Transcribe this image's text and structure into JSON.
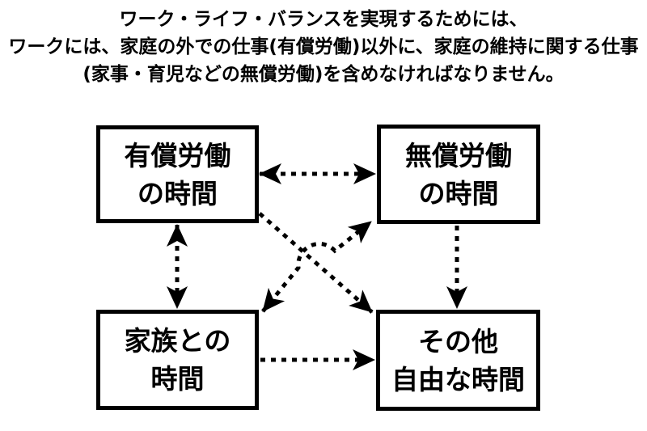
{
  "title": {
    "line1": "ワーク・ライフ・バランスを実現するためには、",
    "line2": "ワークには、家庭の外での仕事(有償労働)以外に、家庭の維持に関する仕事",
    "line3": "(家事・育児などの無償労働)を含めなければなりません。"
  },
  "diagram": {
    "nodes": [
      {
        "id": "paid-work",
        "line1": "有償労働",
        "line2": "の時間"
      },
      {
        "id": "unpaid-work",
        "line1": "無償労働",
        "line2": "の時間"
      },
      {
        "id": "family-time",
        "line1": "家族との",
        "line2": "時間"
      },
      {
        "id": "other-free-time",
        "line1": "その他",
        "line2": "自由な時間"
      }
    ],
    "edges": [
      {
        "from": "paid-work",
        "to": "unpaid-work",
        "direction": "both",
        "style": "dashed"
      },
      {
        "from": "paid-work",
        "to": "family-time",
        "direction": "both",
        "style": "dashed"
      },
      {
        "from": "unpaid-work",
        "to": "other-free-time",
        "direction": "one-way",
        "style": "dashed"
      },
      {
        "from": "family-time",
        "to": "other-free-time",
        "direction": "one-way",
        "style": "dashed"
      },
      {
        "from": "paid-work",
        "to": "other-free-time",
        "direction": "one-way",
        "style": "dashed"
      },
      {
        "from": "family-time",
        "to": "unpaid-work",
        "direction": "both",
        "style": "dashed",
        "crossing": "hops-over-other-diagonal"
      }
    ]
  },
  "colors": {
    "ink": "#000000",
    "background": "#ffffff"
  }
}
